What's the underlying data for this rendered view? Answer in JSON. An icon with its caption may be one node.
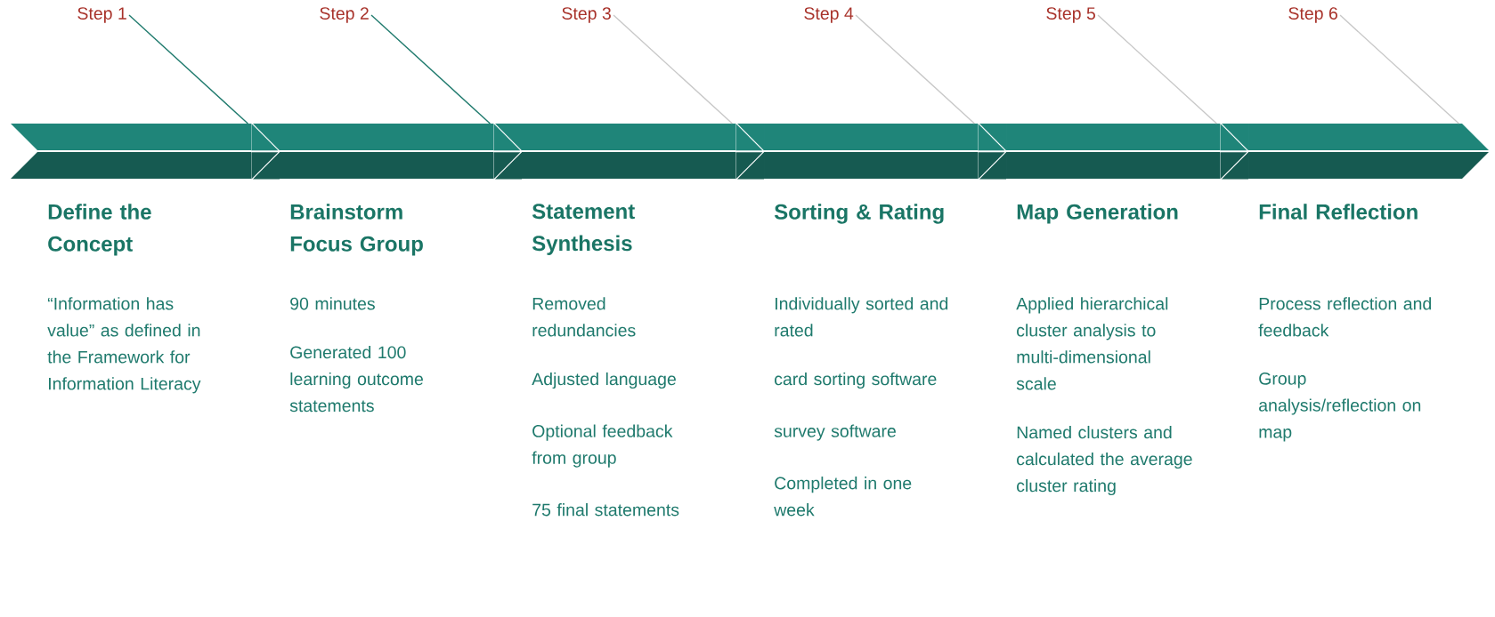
{
  "diagram": {
    "nodes": [
      {
        "text": [
          "Step 1"
        ]
      },
      {
        "text": [
          "Step 2"
        ]
      },
      {
        "text": [
          "Step 3"
        ]
      },
      {
        "text": [
          "Step 4"
        ]
      },
      {
        "text": [
          "Step 5"
        ]
      },
      {
        "text": [
          "Step 6"
        ]
      },
      {
        "text": [],
        "shape": "chevron",
        "beside": [
          "Define the Concept",
          "“Information has value” as defined in the Framework for Information Literacy"
        ]
      },
      {
        "text": [],
        "shape": "chevron",
        "beside": [
          "Brainstorm Focus Group",
          "90 minutes",
          "Generated 100 learning outcome statements"
        ]
      },
      {
        "text": [],
        "shape": "chevron",
        "beside": [
          "Statement Synthesis",
          "Removed redundancies",
          "Adjusted language",
          "Optional feedback from group",
          "75 final statements"
        ]
      },
      {
        "text": [],
        "shape": "chevron",
        "beside": [
          "Sorting & Rating",
          "Individually sorted and rated",
          "card sorting software",
          "survey software",
          "Completed in one week"
        ]
      },
      {
        "text": [],
        "shape": "chevron",
        "beside": [
          "Map Generation",
          "Applied hierarchical cluster analysis to multi-dimensional scale",
          "Named clusters and calculated the average cluster rating"
        ]
      },
      {
        "text": [],
        "shape": "chevron",
        "beside": [
          "Final Reflection",
          "Process reflection and feedback",
          "Group analysis/reflection on map"
        ]
      }
    ],
    "edges": [
      {
        "from": 0,
        "to": 6,
        "arrow": "none",
        "color": "#1f7a6d"
      },
      {
        "from": 1,
        "to": 7,
        "arrow": "none",
        "color": "#1f7a6d"
      },
      {
        "from": 2,
        "to": 8,
        "arrow": "none"
      },
      {
        "from": 3,
        "to": 9,
        "arrow": "none"
      },
      {
        "from": 4,
        "to": 10,
        "arrow": "none"
      },
      {
        "from": 5,
        "to": 11,
        "arrow": "none"
      },
      {
        "from": 6,
        "to": 7,
        "arrow": "to"
      },
      {
        "from": 7,
        "to": 8,
        "arrow": "to"
      },
      {
        "from": 8,
        "to": 9,
        "arrow": "to"
      },
      {
        "from": 9,
        "to": 10,
        "arrow": "to"
      },
      {
        "from": 10,
        "to": 11,
        "arrow": "to"
      }
    ]
  }
}
